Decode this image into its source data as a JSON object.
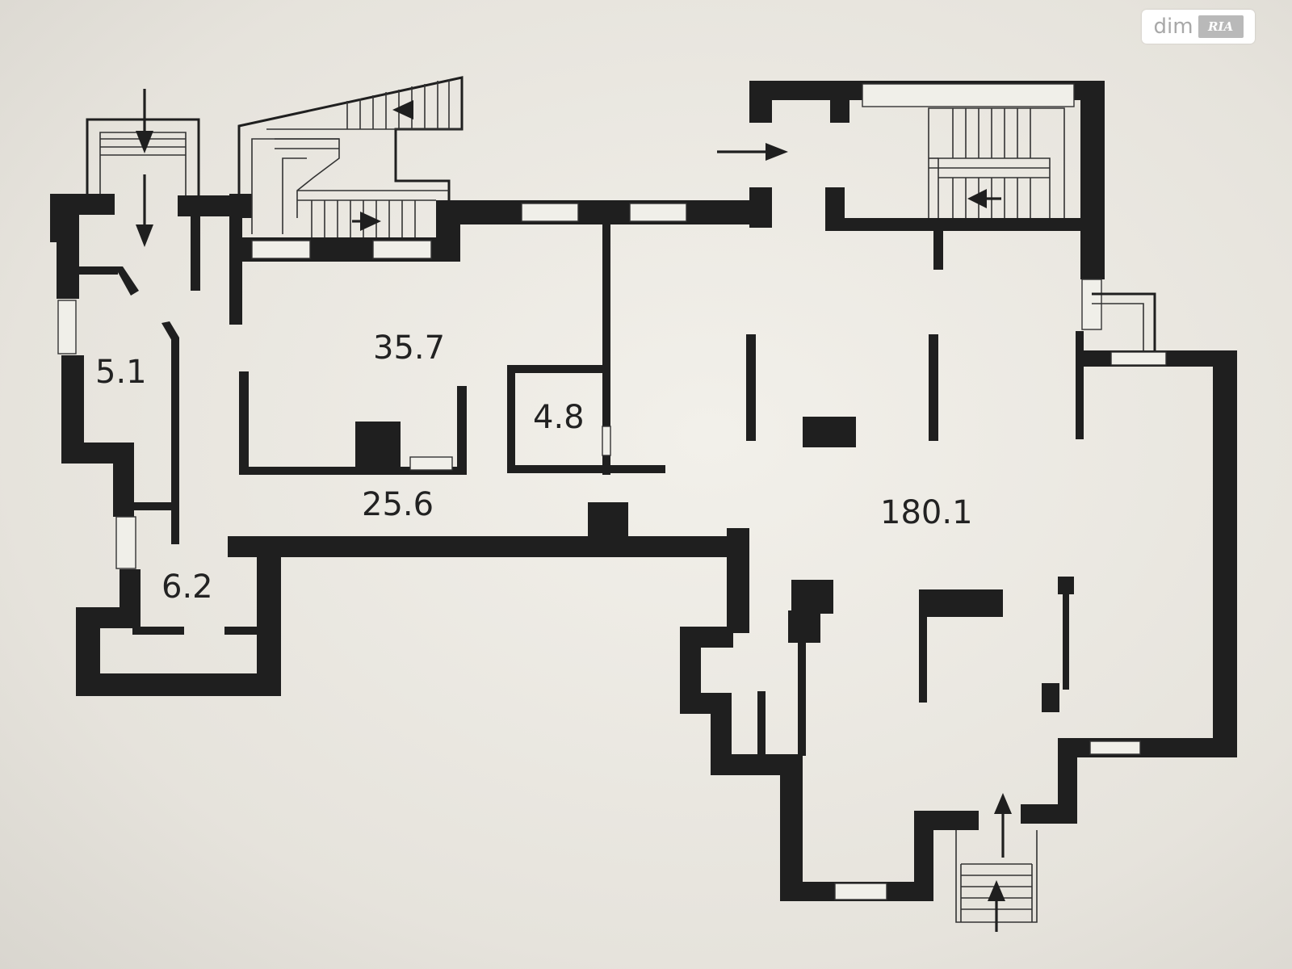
{
  "rooms": [
    {
      "id": "room-5-1",
      "label": "5.1"
    },
    {
      "id": "room-35-7",
      "label": "35.7"
    },
    {
      "id": "room-4-8",
      "label": "4.8"
    },
    {
      "id": "room-25-6",
      "label": "25.6"
    },
    {
      "id": "room-6-2",
      "label": "6.2"
    },
    {
      "id": "room-180-1",
      "label": "180.1"
    }
  ],
  "watermark": {
    "text": "dim",
    "logo": "RIA"
  },
  "colors": {
    "wall": "#1f1f1f",
    "background": "#eae7e0"
  },
  "icons": [
    "entrance-arrow-icon",
    "stair-direction-arrow-icon"
  ]
}
